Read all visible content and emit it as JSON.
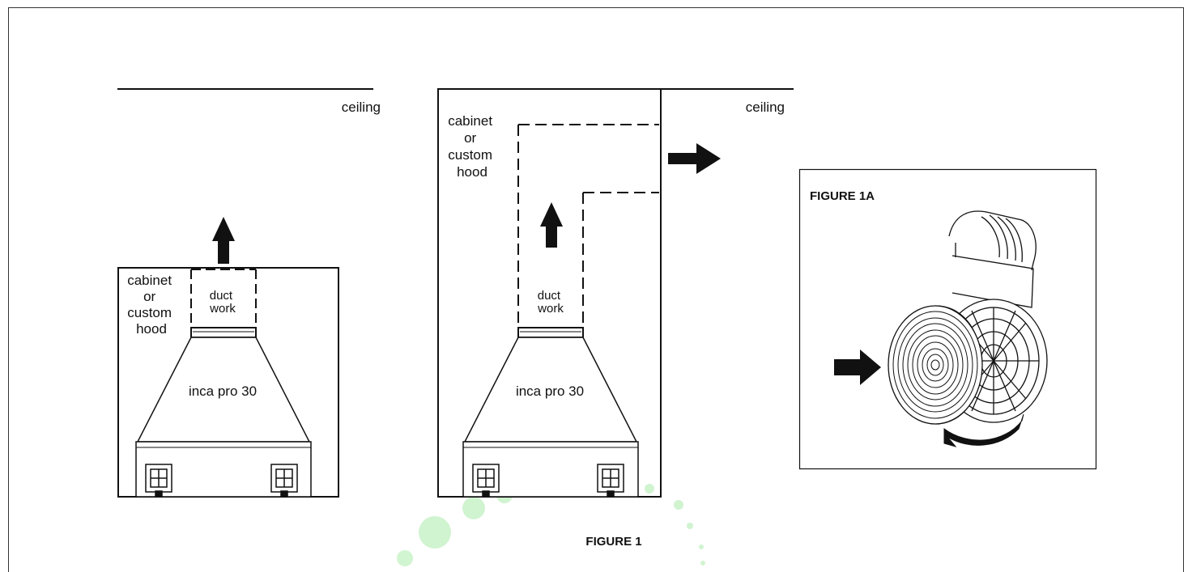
{
  "diagram": {
    "left": {
      "ceiling_label": "ceiling",
      "cabinet_label": [
        "cabinet",
        "or",
        "custom",
        "hood"
      ],
      "duct_label": [
        "duct",
        "work"
      ],
      "hood_label": "inca pro 30"
    },
    "middle": {
      "ceiling_label": "ceiling",
      "cabinet_label": [
        "cabinet",
        "or",
        "custom",
        "hood"
      ],
      "duct_label": [
        "duct",
        "work"
      ],
      "hood_label": "inca pro 30"
    },
    "figure_caption": "FIGURE 1",
    "inset": {
      "title": "FIGURE 1A"
    }
  },
  "colors": {
    "line": "#111111",
    "watermark": "#2ecc2e"
  }
}
